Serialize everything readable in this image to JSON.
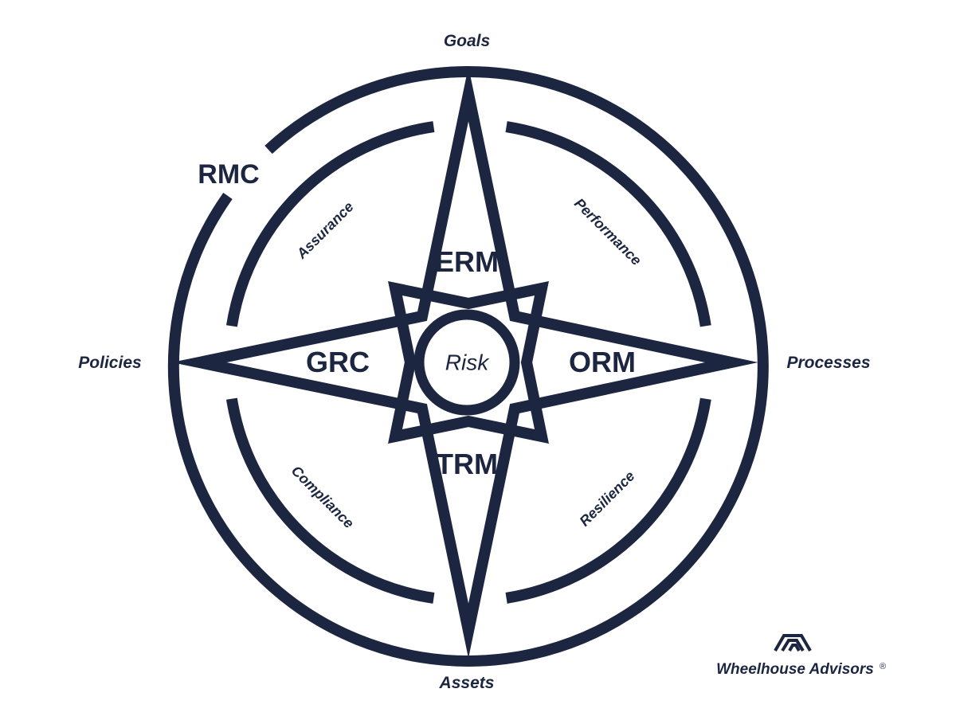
{
  "colors": {
    "primary": "#1c2640",
    "background": "#ffffff"
  },
  "compass": {
    "center": "Risk",
    "points": {
      "north": "ERM",
      "east": "ORM",
      "south": "TRM",
      "west": "GRC"
    },
    "ring_label": "RMC"
  },
  "outer_labels": {
    "top": "Goals",
    "right": "Processes",
    "bottom": "Assets",
    "left": "Policies"
  },
  "inner_arcs": {
    "top_left": "Assurance",
    "top_right": "Performance",
    "bottom_right": "Resilience",
    "bottom_left": "Compliance"
  },
  "brand": {
    "name": "Wheelhouse Advisors",
    "mark": "®",
    "logo_icon": "wheelhouse-roof-icon"
  }
}
